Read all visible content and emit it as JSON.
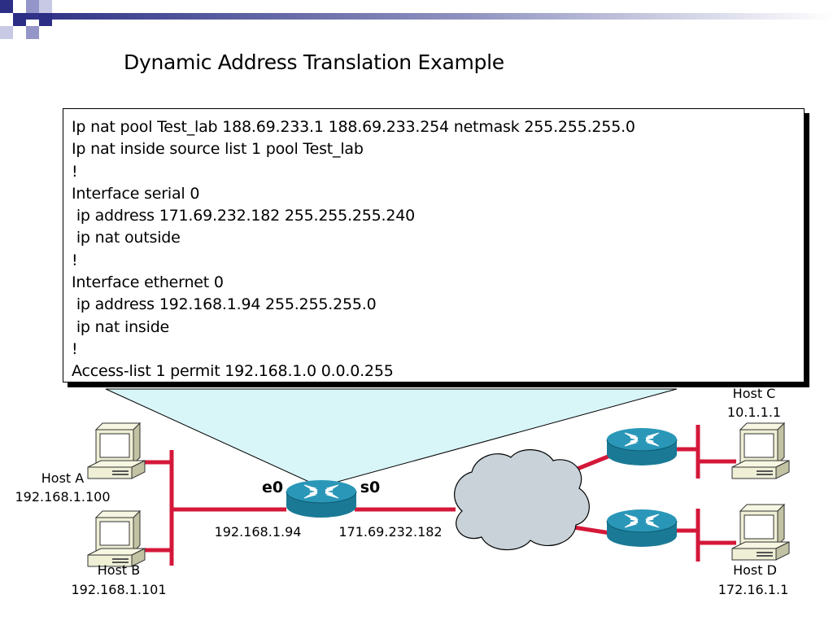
{
  "title": "Dynamic Address Translation Example",
  "config_lines": [
    "Ip nat pool Test_lab 188.69.233.1 188.69.233.254 netmask 255.255.255.0",
    "Ip nat inside source list 1 pool Test_lab",
    "!",
    "Interface serial 0",
    " ip address 171.69.232.182 255.255.255.240",
    " ip nat outside",
    "!",
    "Interface ethernet 0",
    " ip address 192.168.1.94 255.255.255.0",
    " ip nat inside",
    "!",
    "Access-list 1 permit 192.168.1.0 0.0.0.255"
  ],
  "hosts": {
    "a": {
      "name": "Host A",
      "ip": "192.168.1.100"
    },
    "b": {
      "name": "Host B",
      "ip": "192.168.1.101"
    },
    "c": {
      "name": "Host C",
      "ip": "10.1.1.1"
    },
    "d": {
      "name": "Host D",
      "ip": "172.16.1.1"
    }
  },
  "router": {
    "e0_label": "e0",
    "s0_label": "s0",
    "e0_ip": "192.168.1.94",
    "s0_ip": "171.69.232.182"
  },
  "colors": {
    "link": "#d4183a",
    "router_body": "#1a7a96",
    "router_top": "#2a97b8",
    "cloud": "#c8d2d8",
    "callout": "#d8f5f8",
    "pc": "#efefd6"
  }
}
